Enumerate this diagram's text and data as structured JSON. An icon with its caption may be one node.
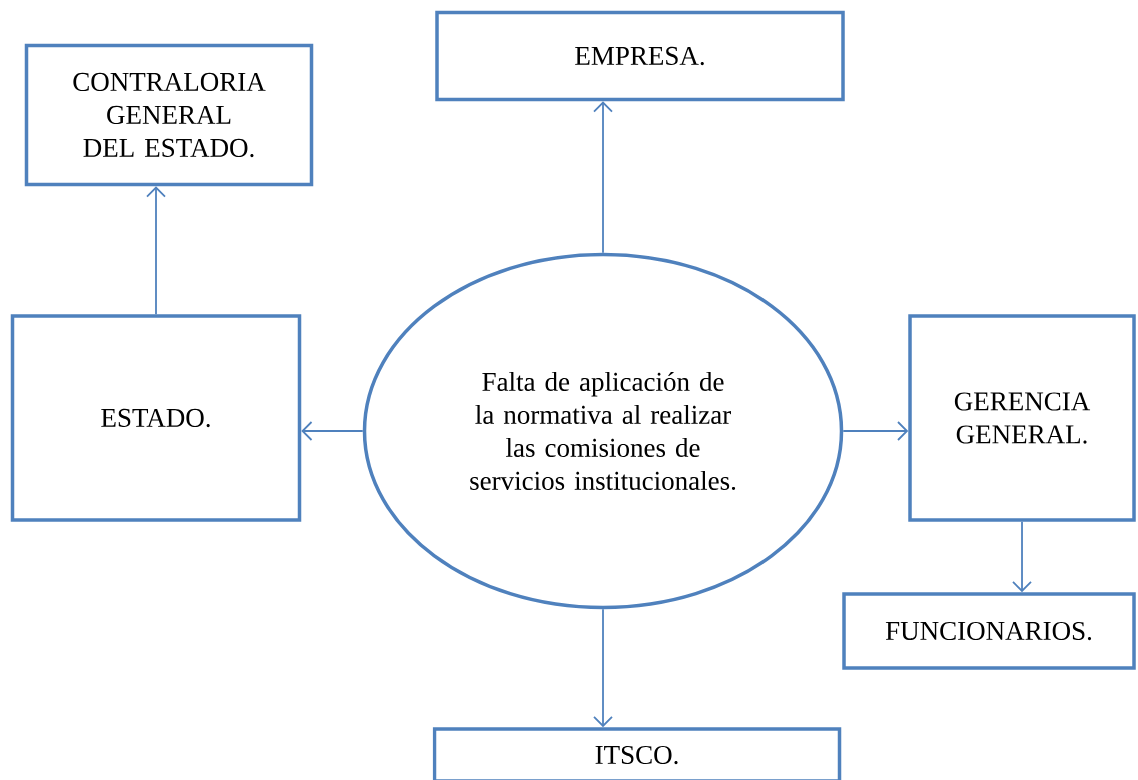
{
  "diagram": {
    "nodes": [
      {
        "text": [
          "EMPRESA."
        ]
      },
      {
        "text": [
          "CONTRALORIA GENERAL DEL ESTADO."
        ]
      },
      {
        "text": [
          "ESTADO."
        ]
      },
      {
        "text": [
          "Falta de aplicación de la normativa al realizar las comisiones de servicios institucionales."
        ]
      },
      {
        "text": [
          "GERENCIA GENERAL."
        ]
      },
      {
        "text": [
          "FUNCIONARIOS."
        ]
      },
      {
        "text": [
          "ITSCO."
        ]
      }
    ],
    "edges": [
      {
        "from": 3,
        "to": 0,
        "arrow": "to"
      },
      {
        "from": 2,
        "to": 1,
        "arrow": "to"
      },
      {
        "from": 3,
        "to": 2,
        "arrow": "to"
      },
      {
        "from": 3,
        "to": 4,
        "arrow": "to"
      },
      {
        "from": 4,
        "to": 5,
        "arrow": "to"
      },
      {
        "from": 3,
        "to": 6,
        "arrow": "to"
      }
    ]
  }
}
